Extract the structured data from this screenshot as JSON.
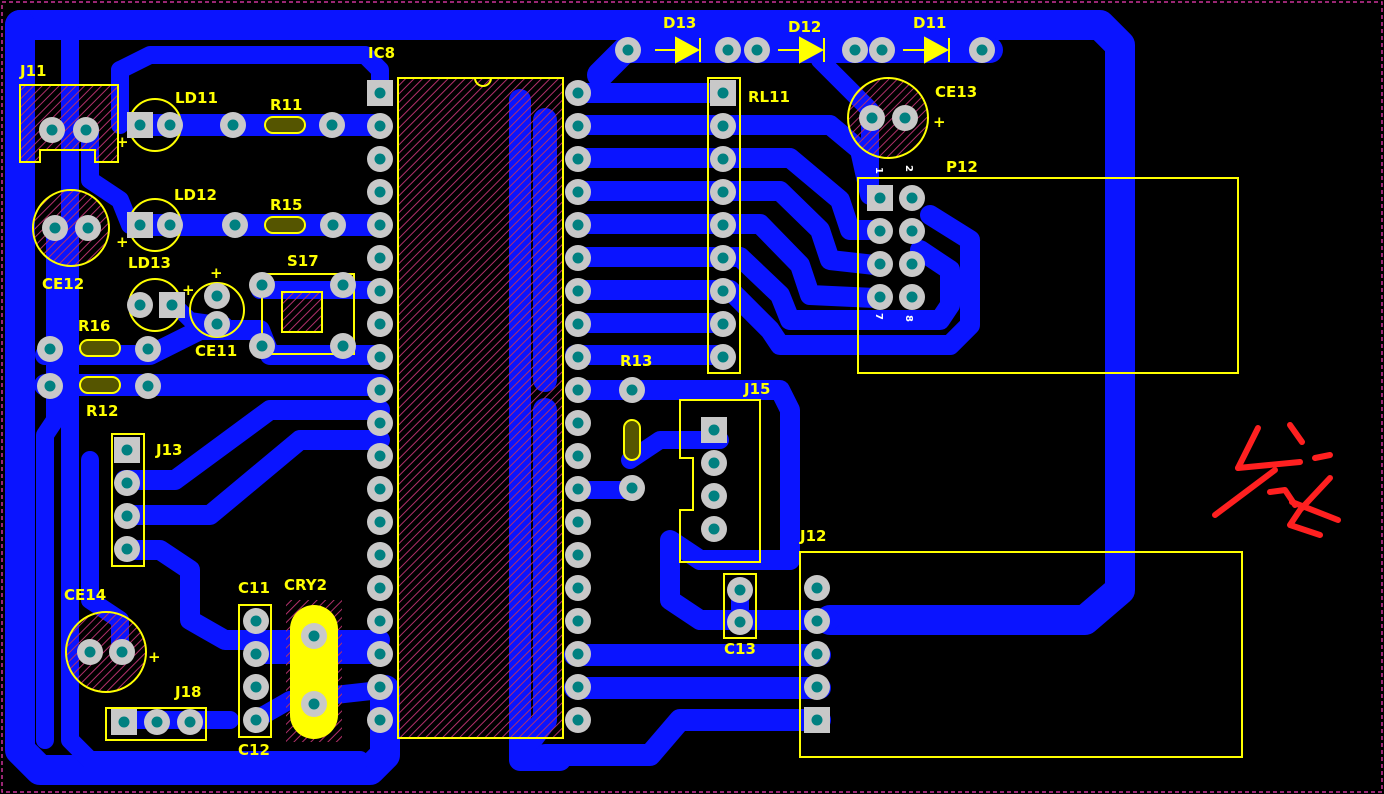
{
  "board": {
    "handwritten_mark": "发",
    "colors": {
      "background": "#000000",
      "trace": "#0a14ff",
      "silkscreen": "#ffff00",
      "pad_ring": "#c8c8c8",
      "pad_hole": "#008080",
      "keepout": "#cc3399",
      "annotation": "#ff2020"
    }
  },
  "components": {
    "J11": "J11",
    "LD11": "LD11",
    "R11": "R11",
    "IC8": "IC8",
    "D13": "D13",
    "D12": "D12",
    "D11": "D11",
    "RL11": "RL11",
    "CE13": "CE13",
    "P12": "P12",
    "LD12": "LD12",
    "R15": "R15",
    "CE12": "CE12",
    "LD13": "LD13",
    "S17": "S17",
    "CE11": "CE11",
    "R16": "R16",
    "R12": "R12",
    "R13": "R13",
    "J15": "J15",
    "J13": "J13",
    "J12": "J12",
    "CE14": "CE14",
    "C11": "C11",
    "CRY2": "CRY2",
    "C13": "C13",
    "J18": "J18",
    "C12": "C12"
  },
  "pin_numbers": {
    "p1": "1",
    "p2": "2",
    "p7": "7",
    "p8": "8"
  },
  "plus_sign": "+"
}
